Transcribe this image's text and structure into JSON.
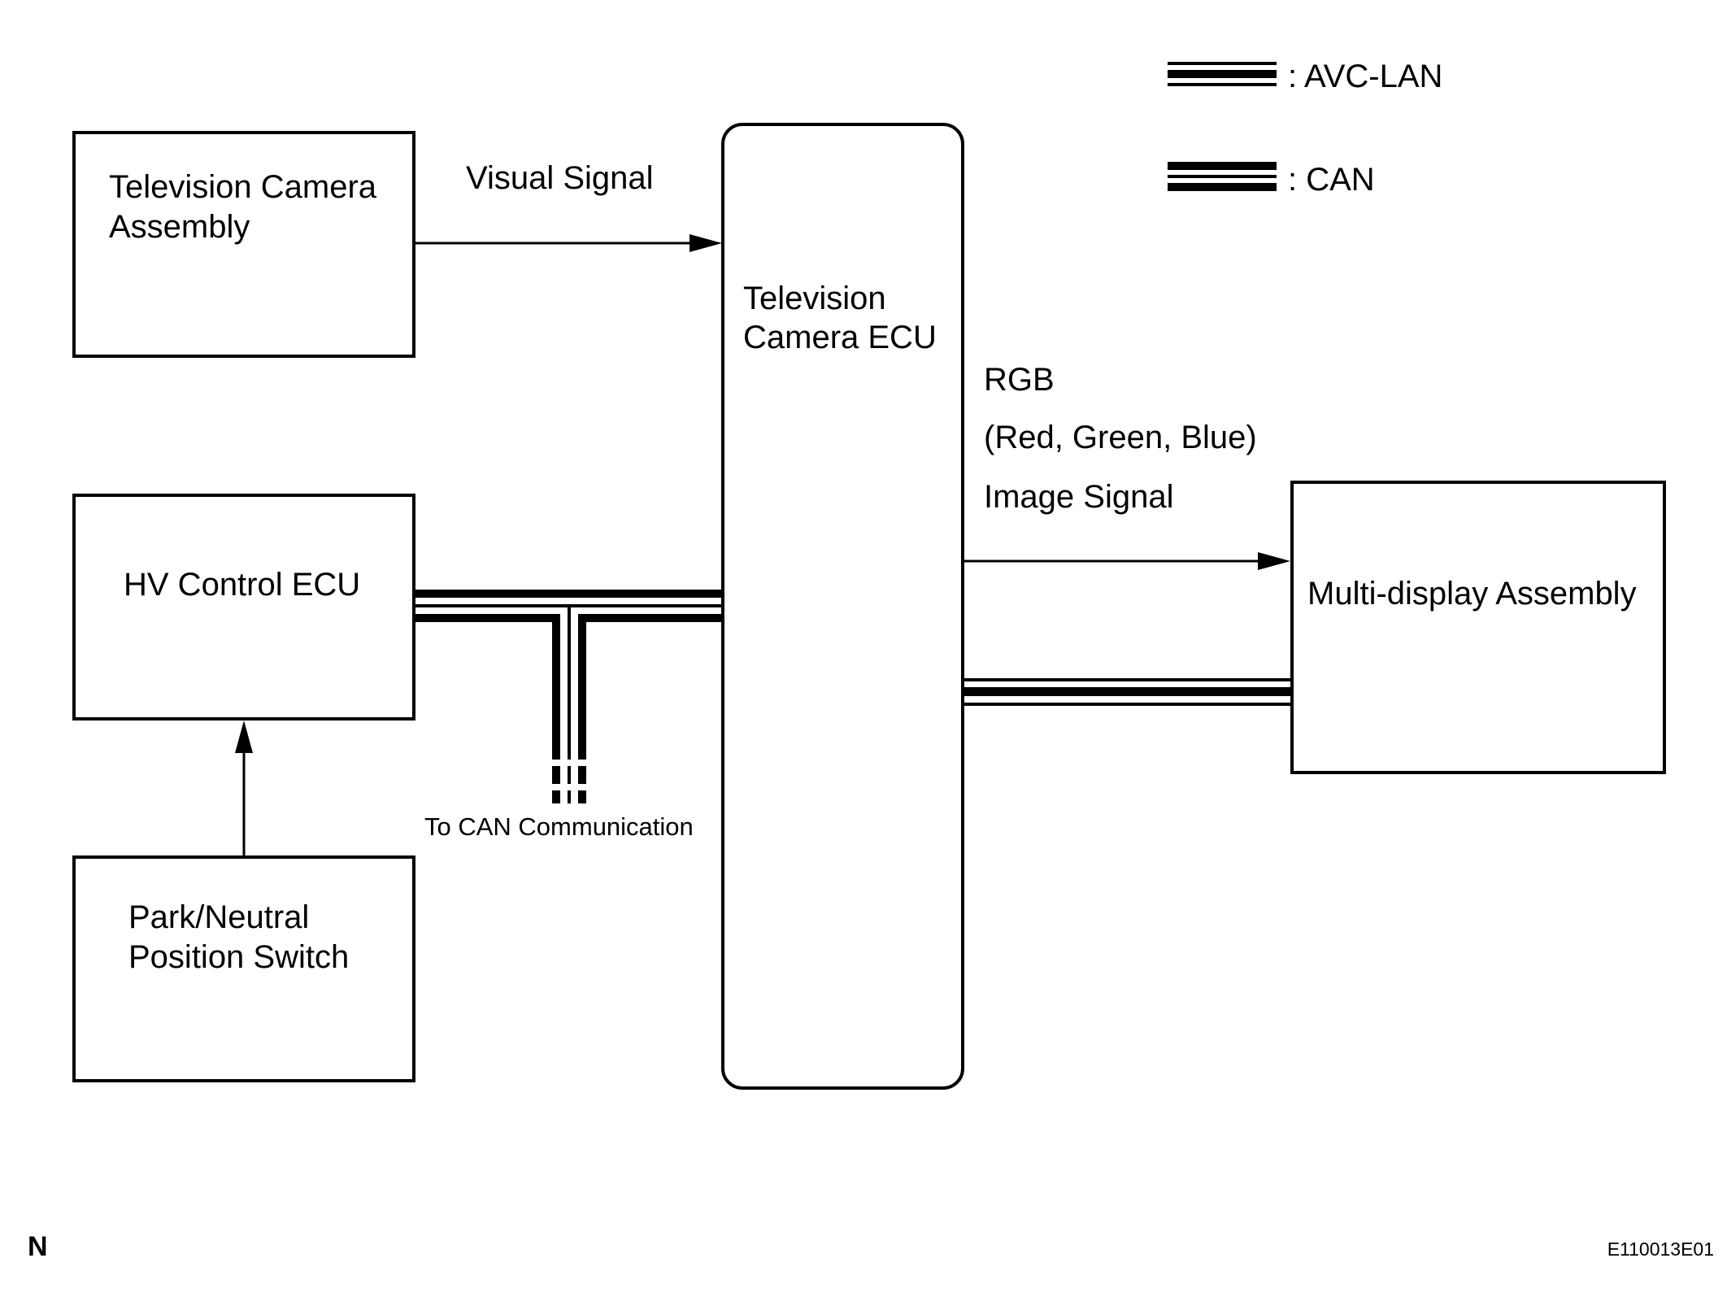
{
  "legend": {
    "avc_lan_label": ": AVC-LAN",
    "can_label": ": CAN"
  },
  "blocks": {
    "camera_assembly": [
      "Television Camera",
      "Assembly"
    ],
    "hv_ecu": [
      "HV Control ECU"
    ],
    "park_switch": [
      "Park/Neutral",
      "Position Switch"
    ],
    "tv_ecu": [
      "Television",
      "Camera ECU"
    ],
    "multi_display": [
      "Multi-display Assembly"
    ]
  },
  "signals": {
    "visual": "Visual Signal",
    "rgb": [
      "RGB",
      "(Red, Green, Blue)",
      "Image Signal"
    ],
    "to_can": "To CAN Communication"
  },
  "footer": {
    "left_mark": "N",
    "figure_code": "E110013E01"
  },
  "colors": {
    "line": "#000000",
    "background": "#ffffff"
  }
}
